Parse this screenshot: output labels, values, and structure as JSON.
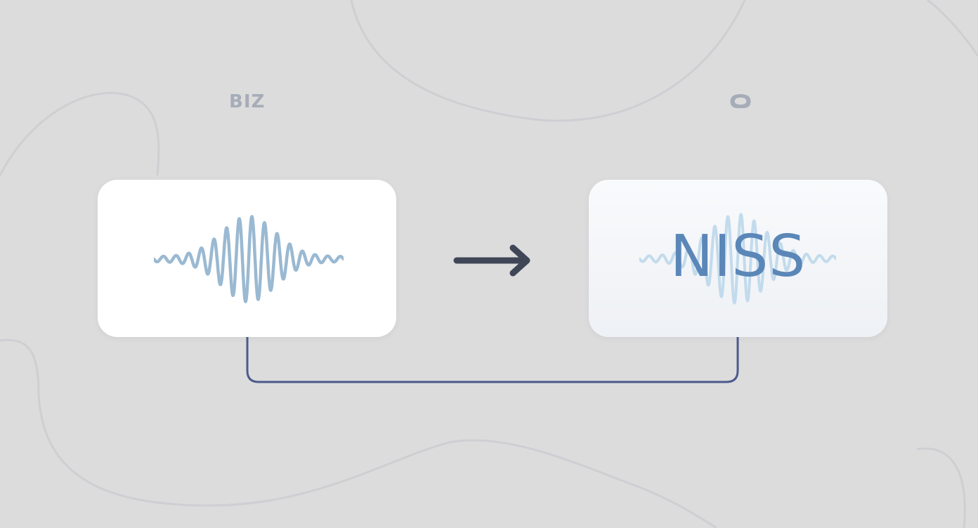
{
  "diagram": {
    "left_label": "BIZ",
    "right_label_icon": "speech-bubble-icon",
    "input_card": {
      "icon": "waveform-icon"
    },
    "output_card": {
      "icon": "waveform-icon",
      "text": "NISS"
    },
    "arrow_icon": "arrow-right-icon",
    "connector": "bracket-connector"
  },
  "colors": {
    "background": "#dcdcdd",
    "wave": "#8fb1cd",
    "output_text": "#5b87b8",
    "arrow": "#3f4756",
    "connector": "#4c5a8c",
    "label": "#a6adb8"
  }
}
